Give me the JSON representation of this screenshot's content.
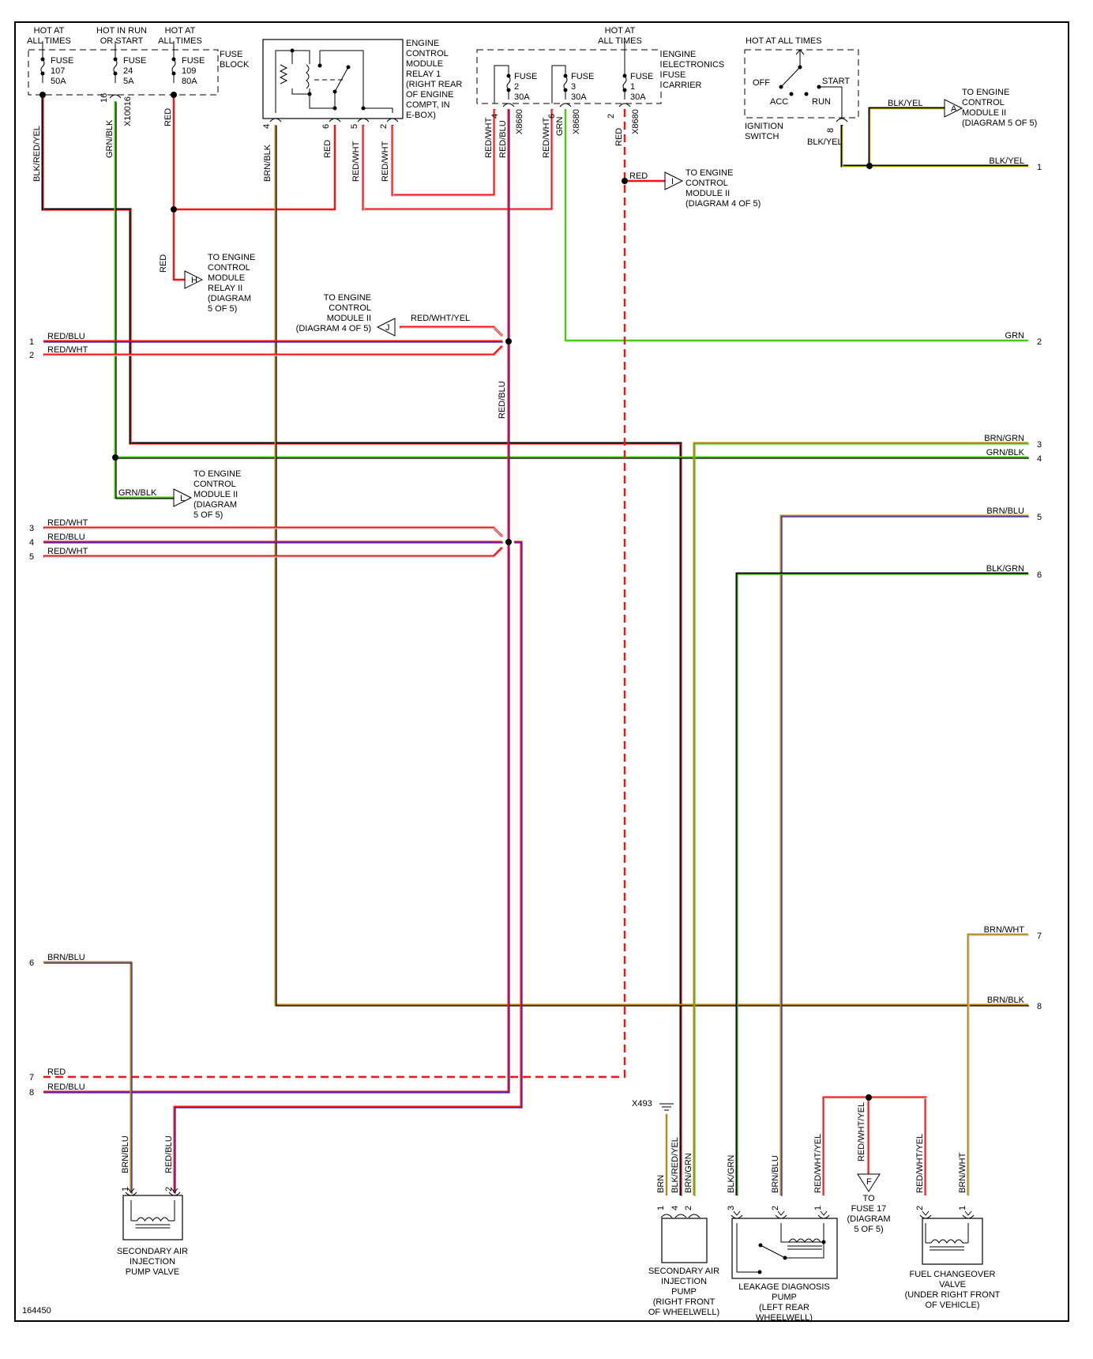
{
  "diagram_id": "164450",
  "colors": {
    "RED": "#ff1010",
    "BLU": "#1a1adc",
    "WHT": "#c8c8c8",
    "BLK": "#000000",
    "GRN": "#44cc11",
    "YEL": "#f0e020",
    "BRN": "#b8860b",
    "DARKRED": "#7a1010"
  },
  "fuse_block": {
    "label": [
      "FUSE",
      "BLOCK"
    ],
    "fuses": [
      {
        "hot": [
          "HOT AT",
          "ALL TIMES"
        ],
        "name": "FUSE",
        "num": "107",
        "amp": "50A"
      },
      {
        "hot": [
          "HOT IN RUN",
          "OR START"
        ],
        "name": "FUSE",
        "num": "24",
        "amp": "5A",
        "pin": "16",
        "connector": "X10016"
      },
      {
        "hot": [
          "HOT AT",
          "ALL TIMES"
        ],
        "name": "FUSE",
        "num": "109",
        "amp": "80A"
      }
    ],
    "wires": [
      "BLK/RED/YEL",
      "GRN/BLK",
      "RED"
    ]
  },
  "relay": {
    "label": [
      "ENGINE",
      "CONTROL",
      "MODULE",
      "RELAY 1",
      "(RIGHT REAR",
      "OF ENGINE",
      "COMPT, IN",
      "E-BOX)"
    ],
    "pins": [
      {
        "pin": "4",
        "wire": "BRN/BLK"
      },
      {
        "pin": "6",
        "wire": "RED"
      },
      {
        "pin": "5",
        "wire": "RED/WHT"
      },
      {
        "pin": "2",
        "wire": "RED/WHT"
      }
    ]
  },
  "fuse_carrier": {
    "hot": [
      "HOT AT",
      "ALL TIMES"
    ],
    "label": [
      "ENGINE",
      "ELECTRONICS",
      "FUSE",
      "CARRIER"
    ],
    "fuses": [
      {
        "name": "FUSE",
        "num": "2",
        "amp": "30A",
        "pin": "4",
        "connector": "X8680",
        "wire_in": "RED/WHT",
        "wire_out": "RED/BLU"
      },
      {
        "name": "FUSE",
        "num": "3",
        "amp": "30A",
        "pin": "6",
        "connector": "X8680",
        "wire_in": "RED/WHT",
        "wire_out": "GRN"
      },
      {
        "name": "FUSE",
        "num": "1",
        "amp": "30A",
        "pin": "2",
        "connector": "X8680",
        "wire_out": "RED"
      }
    ]
  },
  "ignition": {
    "hot": "HOT AT ALL TIMES",
    "positions": [
      "OFF",
      "ACC",
      "RUN",
      "START"
    ],
    "label": [
      "IGNITION",
      "SWITCH"
    ],
    "pin": "8",
    "wire": "BLK/YEL"
  },
  "references": [
    {
      "letter": "A",
      "wire": "BLK/YEL",
      "text": [
        "TO ENGINE",
        "CONTROL",
        "MODULE II",
        "(DIAGRAM 5 OF 5)"
      ]
    },
    {
      "letter": "I",
      "wire": "RED",
      "text": [
        "TO ENGINE",
        "CONTROL",
        "MODULE II",
        "(DIAGRAM 4 OF 5)"
      ]
    },
    {
      "letter": "H",
      "wire": "RED",
      "text": [
        "TO ENGINE",
        "CONTROL",
        "MODULE",
        "RELAY II",
        "(DIAGRAM",
        "5 OF 5)"
      ]
    },
    {
      "letter": "J",
      "wire": "RED/WHT/YEL",
      "text": [
        "TO ENGINE",
        "CONTROL",
        "MODULE II",
        "(DIAGRAM 4 OF 5)"
      ]
    },
    {
      "letter": "L",
      "wire": "GRN/BLK",
      "text": [
        "TO ENGINE",
        "CONTROL",
        "MODULE II",
        "(DIAGRAM",
        "5 OF 5)"
      ]
    },
    {
      "letter": "F",
      "wire": "RED/WHT/YEL",
      "text": [
        "TO",
        "FUSE 17",
        "(DIAGRAM",
        "5 OF 5)"
      ]
    }
  ],
  "left_wires": [
    {
      "num": "1",
      "label": "RED/BLU"
    },
    {
      "num": "2",
      "label": "RED/WHT"
    },
    {
      "num": "3",
      "label": "RED/WHT"
    },
    {
      "num": "4",
      "label": "RED/BLU"
    },
    {
      "num": "5",
      "label": "RED/WHT"
    },
    {
      "num": "6",
      "label": "BRN/BLU"
    },
    {
      "num": "7",
      "label": "RED"
    },
    {
      "num": "8",
      "label": "RED/BLU"
    }
  ],
  "right_wires": [
    {
      "num": "1",
      "label": "BLK/YEL"
    },
    {
      "num": "2",
      "label": "GRN"
    },
    {
      "num": "3",
      "label": "BRN/GRN"
    },
    {
      "num": "4",
      "label": "GRN/BLK"
    },
    {
      "num": "5",
      "label": "BRN/BLU"
    },
    {
      "num": "6",
      "label": "BLK/GRN"
    },
    {
      "num": "7",
      "label": "BRN/WHT"
    },
    {
      "num": "8",
      "label": "BRN/BLK"
    }
  ],
  "splice_vertical_label": "RED/BLU",
  "ground": "X493",
  "components": [
    {
      "label": [
        "SECONDARY AIR",
        "INJECTION",
        "PUMP VALVE"
      ],
      "pins": [
        {
          "pin": "1",
          "wire": "BRN/BLU"
        },
        {
          "pin": "2",
          "wire": "RED/BLU"
        }
      ]
    },
    {
      "label": [
        "SECONDARY AIR",
        "INJECTION",
        "PUMP",
        "(RIGHT FRONT",
        "OF WHEELWELL)"
      ],
      "pins": [
        {
          "pin": "1",
          "wire": "BRN"
        },
        {
          "pin": "4",
          "wire": "BLK/RED/YEL"
        },
        {
          "pin": "2",
          "wire": "BRN/GRN"
        }
      ]
    },
    {
      "label": [
        "LEAKAGE DIAGNOSIS",
        "PUMP",
        "(LEFT REAR",
        "WHEELWELL)"
      ],
      "pins": [
        {
          "pin": "3",
          "wire": "BLK/GRN"
        },
        {
          "pin": "2",
          "wire": "BRN/BLU"
        },
        {
          "pin": "1",
          "wire": "RED/WHT/YEL"
        }
      ]
    },
    {
      "label": [
        "FUEL CHANGEOVER",
        "VALVE",
        "(UNDER RIGHT FRONT",
        "OF VEHICLE)"
      ],
      "pins": [
        {
          "pin": "2",
          "wire": "RED/WHT/YEL"
        },
        {
          "pin": "1",
          "wire": "BRN/WHT"
        }
      ]
    }
  ]
}
